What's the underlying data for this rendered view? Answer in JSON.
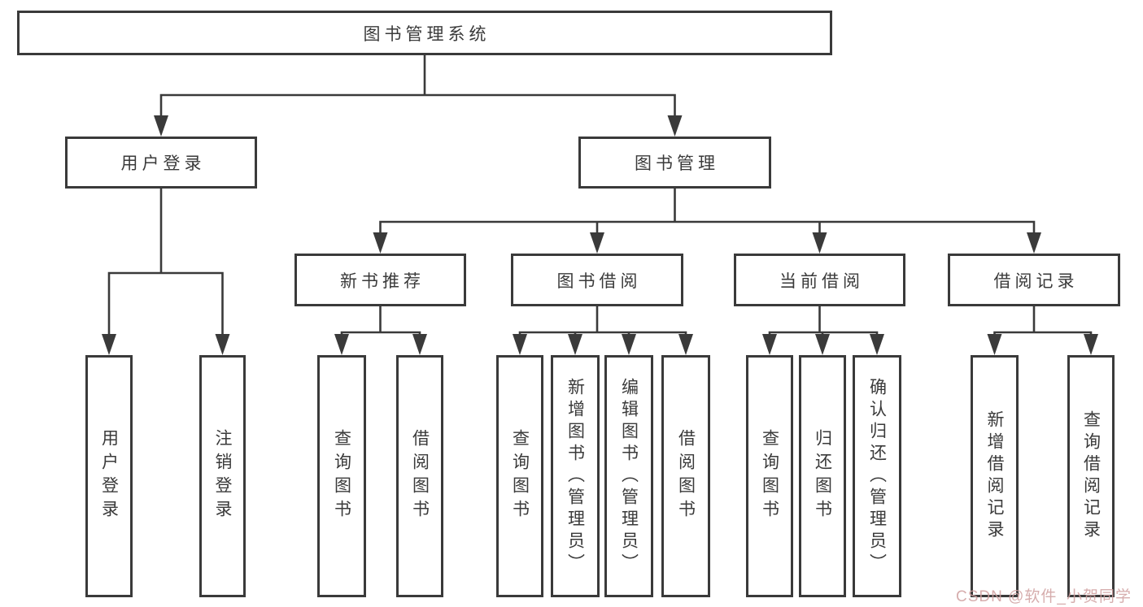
{
  "title": "图书管理系统",
  "colors": {
    "line": "#3a3a3a",
    "text": "#3a3a3a",
    "watermark": "#cf9f9f",
    "background": "#ffffff"
  },
  "watermark": "CSDN @软件_小贺同学",
  "nodes": {
    "root": "图书管理系统",
    "user_login": "用户登录",
    "book_management": "图书管理",
    "new_book_recommend": "新书推荐",
    "book_borrowing": "图书借阅",
    "current_borrowing": "当前借阅",
    "borrowing_records": "借阅记录",
    "leaf_user_login": "用户登录",
    "leaf_logout": "注销登录",
    "leaf_query_books_recommend": "查询图书",
    "leaf_borrow_books_recommend": "借阅图书",
    "leaf_query_books_borrowing": "查询图书",
    "leaf_add_books_admin": "新增图书（管理员）",
    "leaf_edit_books_admin": "编辑图书（管理员）",
    "leaf_borrow_books_borrowing": "借阅图书",
    "leaf_query_books_current": "查询图书",
    "leaf_return_books": "归还图书",
    "leaf_confirm_return_admin": "确认归还（管理员）",
    "leaf_add_borrow_record": "新增借阅记录",
    "leaf_query_borrow_record": "查询借阅记录"
  },
  "hierarchy": [
    {
      "parent": "图书管理系统",
      "children": [
        "用户登录",
        "图书管理"
      ]
    },
    {
      "parent": "用户登录",
      "children": [
        "用户登录",
        "注销登录"
      ]
    },
    {
      "parent": "图书管理",
      "children": [
        "新书推荐",
        "图书借阅",
        "当前借阅",
        "借阅记录"
      ]
    },
    {
      "parent": "新书推荐",
      "children": [
        "查询图书",
        "借阅图书"
      ]
    },
    {
      "parent": "图书借阅",
      "children": [
        "查询图书",
        "新增图书（管理员）",
        "编辑图书（管理员）",
        "借阅图书"
      ]
    },
    {
      "parent": "当前借阅",
      "children": [
        "查询图书",
        "归还图书",
        "确认归还（管理员）"
      ]
    },
    {
      "parent": "借阅记录",
      "children": [
        "新增借阅记录",
        "查询借阅记录"
      ]
    }
  ]
}
